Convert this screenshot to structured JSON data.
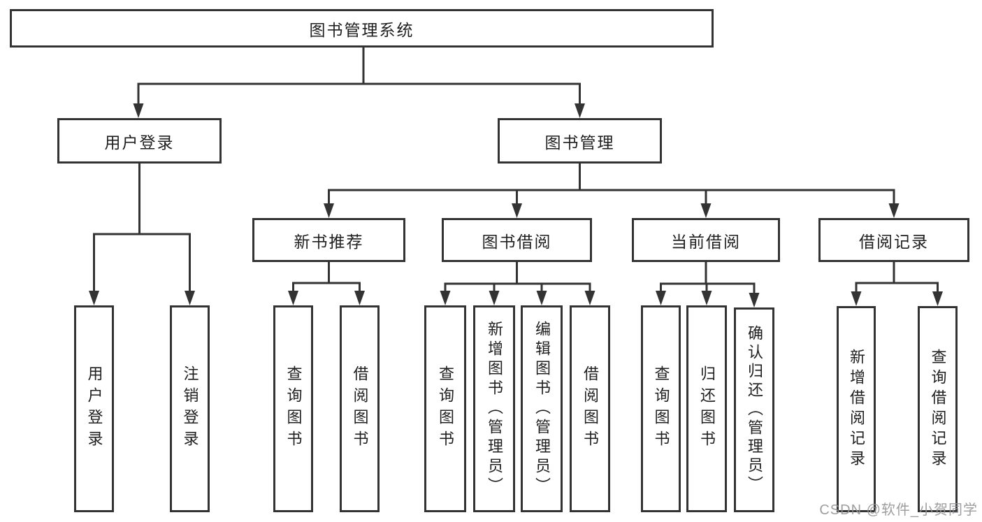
{
  "tree": {
    "label": "图书管理系统",
    "children": [
      {
        "label": "用户登录",
        "children": [
          {
            "label": "用户登录"
          },
          {
            "label": "注销登录"
          }
        ]
      },
      {
        "label": "图书管理",
        "children": [
          {
            "label": "新书推荐",
            "children": [
              {
                "label": "查询图书"
              },
              {
                "label": "借阅图书"
              }
            ]
          },
          {
            "label": "图书借阅",
            "children": [
              {
                "label": "查询图书"
              },
              {
                "label": "新增图书（管理员）"
              },
              {
                "label": "编辑图书（管理员）"
              },
              {
                "label": "借阅图书"
              }
            ]
          },
          {
            "label": "当前借阅",
            "children": [
              {
                "label": "查询图书"
              },
              {
                "label": "归还图书"
              },
              {
                "label": "确认归还（管理员）"
              }
            ]
          },
          {
            "label": "借阅记录",
            "children": [
              {
                "label": "新增借阅记录"
              },
              {
                "label": "查询借阅记录"
              }
            ]
          }
        ]
      }
    ]
  },
  "watermark": {
    "text": "CSDN @软件_小贺同学"
  },
  "colors": {
    "line": "#333333",
    "box_border": "#333333",
    "background": "#ffffff",
    "text": "#1f1f1f",
    "watermark": "#949496"
  }
}
